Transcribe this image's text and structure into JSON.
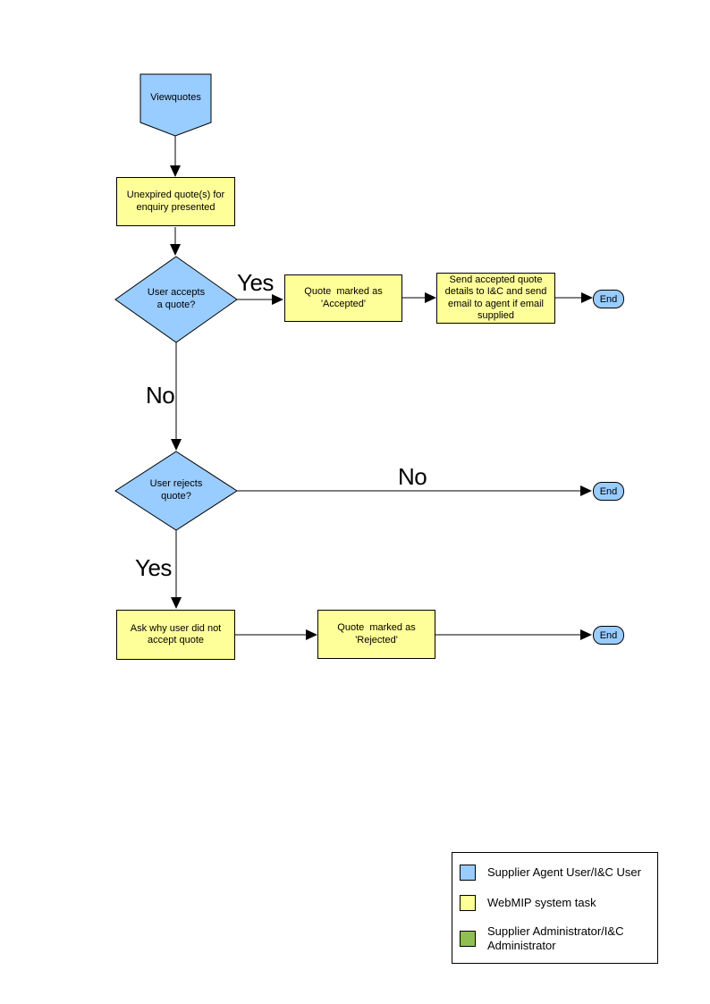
{
  "diagram": {
    "type": "flowchart",
    "nodes": [
      {
        "id": "start",
        "shape": "offpage-connector",
        "label": "Viewquotes"
      },
      {
        "id": "present-quotes",
        "shape": "process",
        "label": "Unexpired quote(s) for\nenquiry presented"
      },
      {
        "id": "accept-decision",
        "shape": "decision",
        "label": "User accepts\na quote?"
      },
      {
        "id": "mark-accepted",
        "shape": "process",
        "label": "Quote  marked as\n'Accepted'"
      },
      {
        "id": "send-details",
        "shape": "process",
        "label": "Send accepted quote\ndetails to I&C and send\nemail to agent if email\nsupplied"
      },
      {
        "id": "end-1",
        "shape": "terminator",
        "label": "End"
      },
      {
        "id": "reject-decision",
        "shape": "decision",
        "label": "User rejects\nquote?"
      },
      {
        "id": "end-2",
        "shape": "terminator",
        "label": "End"
      },
      {
        "id": "ask-why",
        "shape": "process",
        "label": "Ask why user did not\naccept quote"
      },
      {
        "id": "mark-rejected",
        "shape": "process",
        "label": "Quote  marked as\n'Rejected'"
      },
      {
        "id": "end-3",
        "shape": "terminator",
        "label": "End"
      }
    ],
    "edges": [
      {
        "from": "start",
        "to": "present-quotes",
        "label": ""
      },
      {
        "from": "present-quotes",
        "to": "accept-decision",
        "label": ""
      },
      {
        "from": "accept-decision",
        "to": "mark-accepted",
        "label": "Yes"
      },
      {
        "from": "mark-accepted",
        "to": "send-details",
        "label": ""
      },
      {
        "from": "send-details",
        "to": "end-1",
        "label": ""
      },
      {
        "from": "accept-decision",
        "to": "reject-decision",
        "label": "No"
      },
      {
        "from": "reject-decision",
        "to": "end-2",
        "label": "No"
      },
      {
        "from": "reject-decision",
        "to": "ask-why",
        "label": "Yes"
      },
      {
        "from": "ask-why",
        "to": "mark-rejected",
        "label": ""
      },
      {
        "from": "mark-rejected",
        "to": "end-3",
        "label": ""
      }
    ],
    "colors": {
      "user_shape": "#99CCFF",
      "system_task_shape": "#FFFF99",
      "admin_shape": "#8FBF50",
      "outline": "#000000",
      "text": "#000000",
      "background": "#FFFFFF"
    }
  },
  "legend": {
    "items": [
      {
        "color": "#99CCFF",
        "label": "Supplier Agent User/I&C User"
      },
      {
        "color": "#FFFF99",
        "label": "WebMIP system task"
      },
      {
        "color": "#8FBF50",
        "label": "Supplier Administrator/I&C\nAdministrator"
      }
    ]
  }
}
